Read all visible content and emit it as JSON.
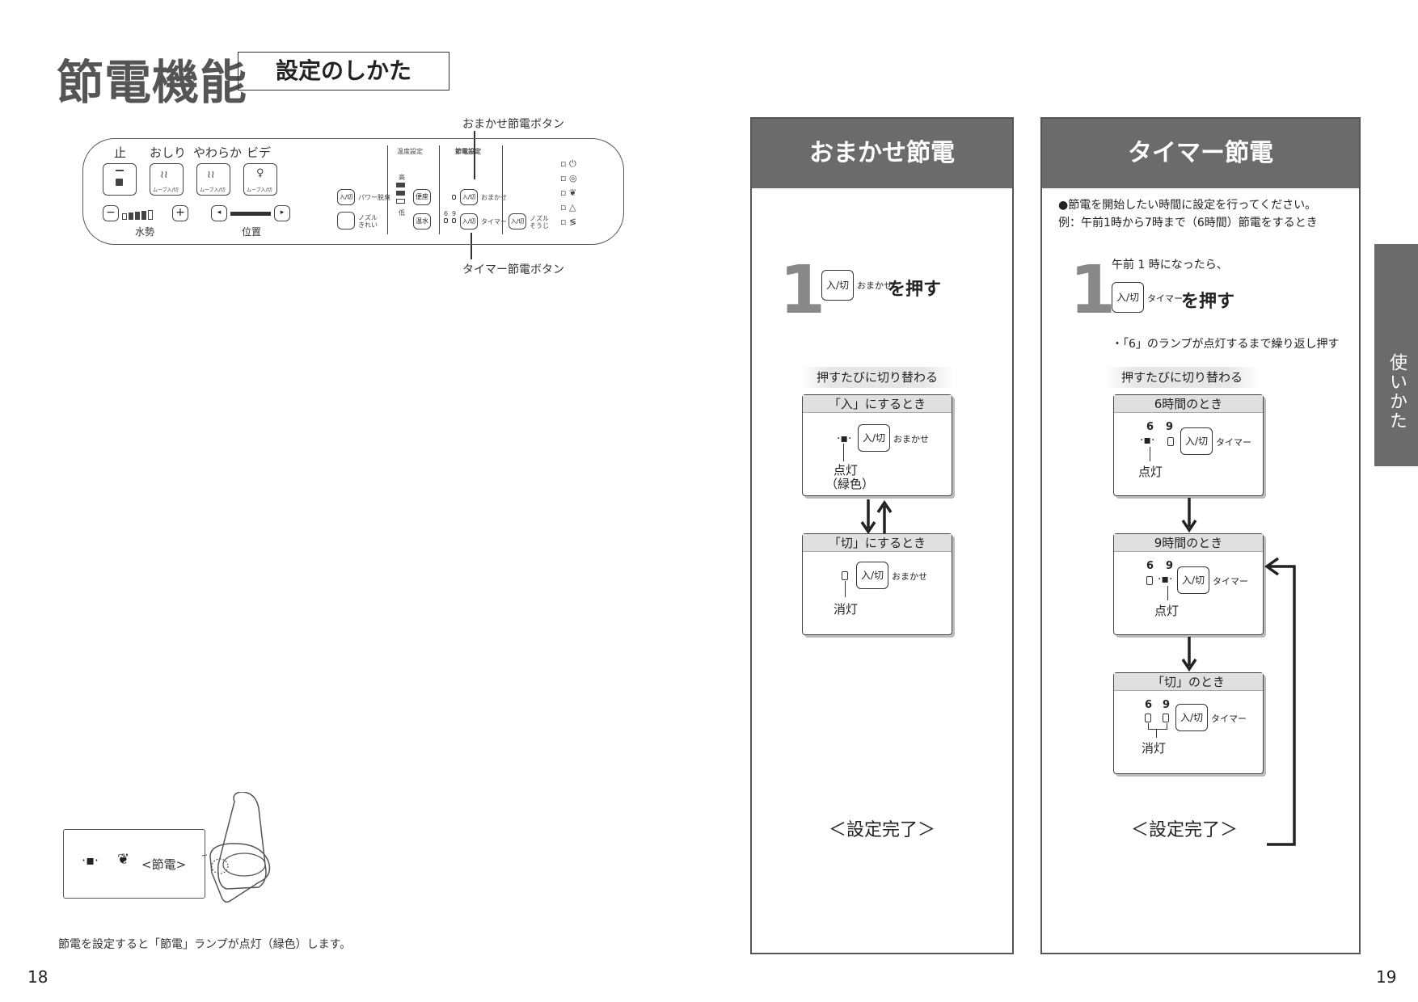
{
  "header": {
    "title": "節電機能",
    "subtitle": "設定のしかた"
  },
  "remote": {
    "omakase_callout": "おまかせ節電ボタン",
    "timer_callout": "タイマー節電ボタン",
    "top_labels": [
      "止",
      "おしり",
      "やわらか",
      "ビデ"
    ],
    "move_label": "ムーブ入/切",
    "water_label": "水勢",
    "position_label": "位置",
    "power_deodorize": "パワー脱臭",
    "nozzle_clean": "ノズル\nきれい",
    "temp_setting": "温度設定",
    "temp_high": "高",
    "temp_low": "低",
    "seat": "便座",
    "warm_water": "温水",
    "power_save_setting": "節電設定",
    "onoff": "入/切",
    "omakase": "おまかせ",
    "timer": "タイマー",
    "nozzle_souji": "ノズル\nそうじ",
    "six": "6",
    "nine": "9"
  },
  "toilet_inset": {
    "lamp_label": "<節電>"
  },
  "footnote": "節電を設定すると「節電」ランプが点灯（緑色）します。",
  "omakase_column": {
    "header": "おまかせ節電",
    "step": "1",
    "key_label": "入/切",
    "key_suffix": "おまかせ",
    "instruction": "を押す",
    "toggle_tag": "押すたびに切り替わる",
    "on_state": {
      "title": "「入」にするとき",
      "lamp_label": "点灯",
      "lamp_sub": "（緑色）"
    },
    "off_state": {
      "title": "「切」にするとき",
      "lamp_label": "消灯"
    },
    "complete": "＜設定完了＞"
  },
  "timer_column": {
    "header": "タイマー節電",
    "intro_1": "●節電を開始したい時間に設定を行ってください。",
    "intro_2": "例：午前1時から7時まで（6時間）節電をするとき",
    "step": "1",
    "pre_note": "午前 1 時になったら、",
    "key_label": "入/切",
    "key_suffix": "タイマー",
    "instruction": "を押す",
    "repeat_note": "・「6」のランプが点灯するまで繰り返し押す",
    "toggle_tag": "押すたびに切り替わる",
    "state_6h": {
      "title": "6時間のとき",
      "lamp_label": "点灯"
    },
    "state_9h": {
      "title": "9時間のとき",
      "lamp_label": "点灯"
    },
    "state_off": {
      "title": "「切」のとき",
      "lamp_label": "消灯"
    },
    "six": "6",
    "nine": "9",
    "complete": "＜設定完了＞"
  },
  "side_tab": "使いかた",
  "page_left": "18",
  "page_right": "19"
}
